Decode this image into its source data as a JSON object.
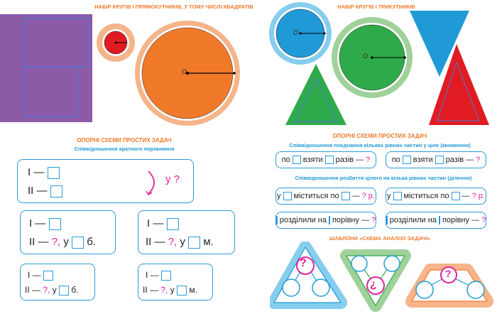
{
  "left": {
    "header": "НАБІР КРУГІВ І ПРЯМОКУТНИКІВ, У ТОМУ ЧИСЛІ КВАДРАТІВ",
    "origin_label": "O",
    "section_title": "ОПОРНІ СХЕМИ ПРОСТИХ ЗАДАЧ",
    "section_subtitle": "Співвідношення кратного порівняння",
    "schema1": {
      "row1": "I —",
      "row2": "II —",
      "answer_letter": "у",
      "answer_q": "?"
    },
    "schema2": {
      "row1": "I —",
      "row2a": "II —",
      "q": "?,",
      "u": "у",
      "unit": "б."
    },
    "schema3": {
      "row1": "I —",
      "row2a": "II —",
      "q": "?,",
      "u": "у",
      "unit": "м."
    },
    "schema4": {
      "row1": "I —",
      "row2a": "II —",
      "q": "?,",
      "u": "у",
      "unit": "б."
    },
    "schema5": {
      "row1": "I —",
      "row2a": "II —",
      "q": "?,",
      "u": "у",
      "unit": "м."
    }
  },
  "right": {
    "header": "НАБІР КРУГІВ І ТРИКУТНИКІВ",
    "origin_label": "O",
    "section_title": "ОПОРНІ СХЕМИ ПРОСТИХ ЗАДАЧ",
    "sub1": "Співвідношення поєднання кількох рівних частин у ціле (множення)",
    "pill1": {
      "a": "по",
      "b": "взяти",
      "c": "разів —",
      "q": "?"
    },
    "pill2": {
      "a": "по",
      "b": "взяти",
      "c": "разів —",
      "q": "?"
    },
    "sub2": "Співвідношення розбиття цілого на кілька рівних частин (ділення)",
    "pill3": {
      "a": "у",
      "b": "міститься по",
      "c": "—",
      "q": "? р."
    },
    "pill4": {
      "a": "у",
      "b": "міститься по",
      "c": "—",
      "q": "? р."
    },
    "pill5": {
      "a": "розділили на",
      "b": "порівну —",
      "q": "?"
    },
    "pill6": {
      "a": "розділили на",
      "b": "порівну —",
      "q": "?"
    },
    "sub3": "ШАБЛОНИ «СХЕМА АНАЛІЗУ ЗАДАЧІ»",
    "tpl_q1": "?",
    "tpl_q2": "¿",
    "tpl_q3": "?"
  },
  "colors": {
    "orange": "#f07a2a",
    "blue": "#1f9ad6",
    "purple": "#8d5aa8",
    "green": "#2eaa4a",
    "red": "#e11b22",
    "magenta": "#e0249a"
  }
}
